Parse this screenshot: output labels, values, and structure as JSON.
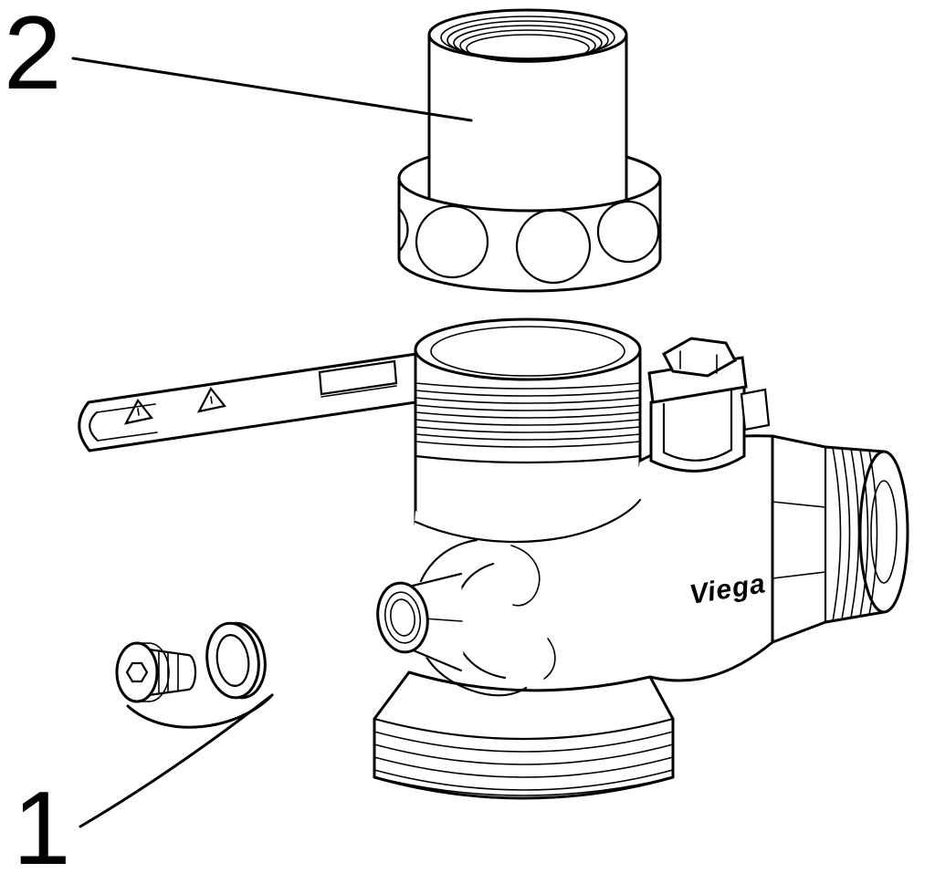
{
  "diagram": {
    "background_color": "#ffffff",
    "line_color": "#000000",
    "callouts": {
      "part2": {
        "number": "2",
        "points_to": "union-nut-with-tailpiece"
      },
      "part1": {
        "number": "1",
        "points_to": "drain-plug-and-sealing-washer"
      }
    },
    "valve": {
      "brand_label": "Viega"
    },
    "handle": {
      "warning_icon_left": "warning-triangle-icon",
      "warning_icon_right": "warning-triangle-icon"
    }
  }
}
